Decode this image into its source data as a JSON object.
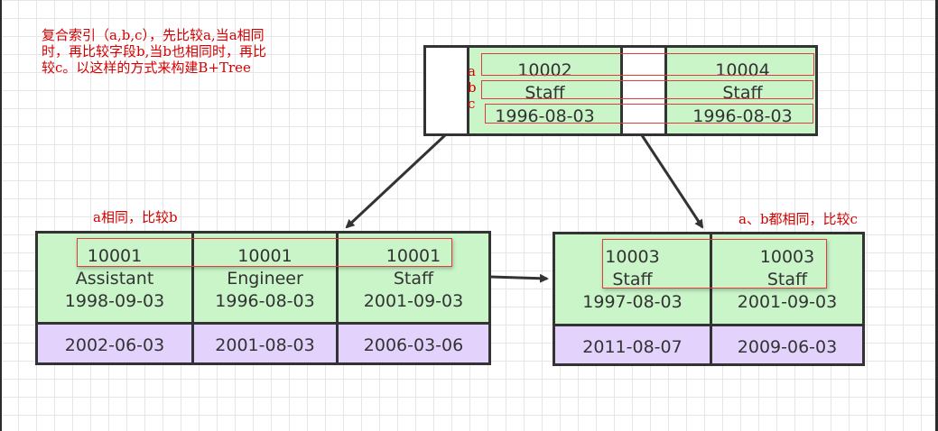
{
  "note_main": "复合索引（a,b,c），先比较a,当a相同\n时，再比较字段b,当b也相同时，再比\n较c。以这样的方式来构建B+Tree",
  "root": {
    "labels": [
      "a",
      "b",
      "c"
    ],
    "keys": [
      {
        "a": "10002",
        "b": "Staff",
        "c": "1996-08-03"
      },
      {
        "a": "10004",
        "b": "Staff",
        "c": "1996-08-03"
      }
    ]
  },
  "left_leaf": {
    "note": "a相同，比较b",
    "entries": [
      {
        "a": "10001",
        "b": "Assistant",
        "c": "1998-09-03",
        "value": "2002-06-03"
      },
      {
        "a": "10001",
        "b": "Engineer",
        "c": "1996-08-03",
        "value": "2001-08-03"
      },
      {
        "a": "10001",
        "b": "Staff",
        "c": "2001-09-03",
        "value": "2006-03-06"
      }
    ]
  },
  "right_leaf": {
    "note": "a、b都相同，比较c",
    "entries": [
      {
        "a": "10003",
        "b": "Staff",
        "c": "1997-08-03",
        "value": "2011-08-07"
      },
      {
        "a": "10003",
        "b": "Staff",
        "c": "2001-09-03",
        "value": "2009-06-03"
      }
    ]
  }
}
